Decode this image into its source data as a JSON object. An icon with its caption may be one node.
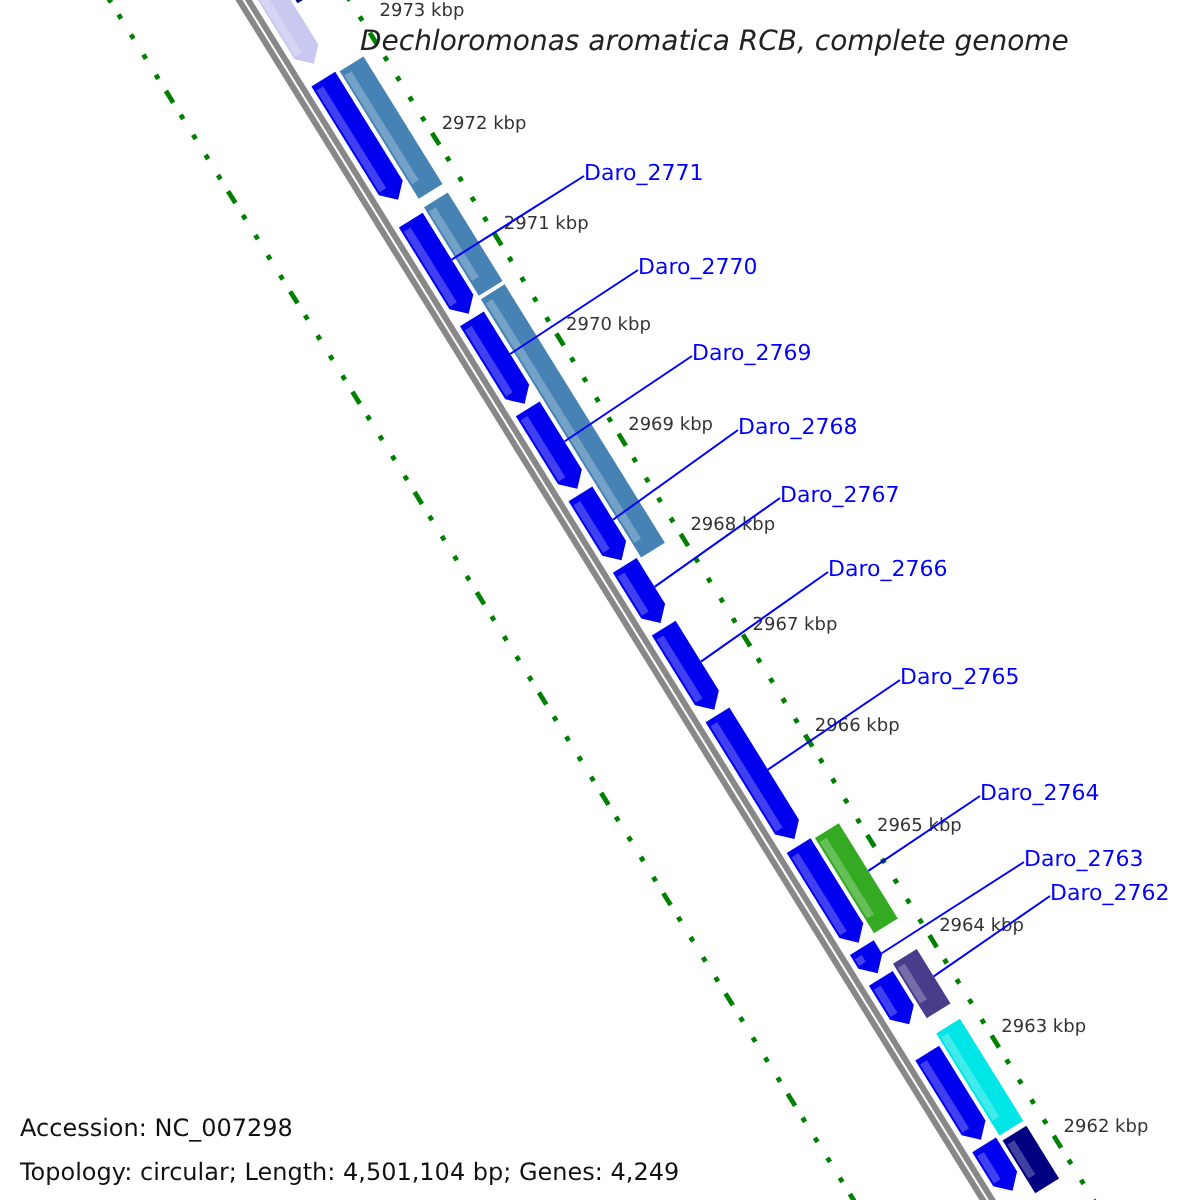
{
  "diagram": {
    "title": "Dechloromonas aromatica RCB, complete genome",
    "nodes": [
      {
        "text": [
          "Daro_2771"
        ]
      },
      {
        "text": [
          "Daro_2770"
        ]
      },
      {
        "text": [
          "Daro_2769"
        ]
      },
      {
        "text": [
          "Daro_2768"
        ]
      },
      {
        "text": [
          "Daro_2767"
        ]
      },
      {
        "text": [
          "Daro_2766"
        ]
      },
      {
        "text": [
          "Daro_2765"
        ]
      },
      {
        "text": [
          "Daro_2764"
        ]
      },
      {
        "text": [
          "Daro_2763"
        ]
      },
      {
        "text": [
          "Daro_2762"
        ]
      },
      {
        "text": [],
        "shape": "arrow"
      },
      {
        "text": [],
        "shape": "bar"
      },
      {
        "text": [],
        "shape": "arrow"
      },
      {
        "text": [],
        "shape": "bar"
      },
      {
        "text": [],
        "shape": "bar"
      },
      {
        "text": [],
        "shape": "arrow"
      },
      {
        "text": [],
        "shape": "bar"
      },
      {
        "text": [],
        "shape": "arrow"
      },
      {
        "text": [],
        "shape": "arrow"
      },
      {
        "text": [],
        "shape": "arrow"
      },
      {
        "text": [],
        "shape": "arrow"
      },
      {
        "text": [],
        "shape": "arrow"
      },
      {
        "text": [],
        "shape": "arrow"
      },
      {
        "text": [],
        "shape": "arrow"
      },
      {
        "text": [],
        "shape": "bar"
      },
      {
        "text": [],
        "shape": "arrow"
      },
      {
        "text": [],
        "shape": "bar"
      },
      {
        "text": [],
        "shape": "arrow"
      },
      {
        "text": [],
        "shape": "bar"
      },
      {
        "text": [],
        "shape": "arrow"
      },
      {
        "text": [],
        "shape": "arrow"
      },
      {
        "text": [],
        "shape": "bar"
      }
    ],
    "edges": [
      {
        "from": 0,
        "to": 15,
        "arrow": "none"
      },
      {
        "from": 1,
        "to": 17,
        "arrow": "none"
      },
      {
        "from": 2,
        "to": 18,
        "arrow": "none"
      },
      {
        "from": 3,
        "to": 19,
        "arrow": "none"
      },
      {
        "from": 4,
        "to": 20,
        "arrow": "none"
      },
      {
        "from": 5,
        "to": 21,
        "arrow": "none"
      },
      {
        "from": 6,
        "to": 22,
        "arrow": "none"
      },
      {
        "from": 7,
        "to": 24,
        "arrow": "none"
      },
      {
        "from": 8,
        "to": 25,
        "arrow": "none"
      },
      {
        "from": 9,
        "to": 26,
        "arrow": "none"
      }
    ],
    "labels": [
      "2973 kbp",
      "2972 kbp",
      "2971 kbp",
      "2970 kbp",
      "2969 kbp",
      "2968 kbp",
      "2967 kbp",
      "2966 kbp",
      "2965 kbp",
      "2964 kbp",
      "2963 kbp",
      "2962 kbp",
      "Accession: NC_007298",
      "Topology: circular; Length: 4,501,104 bp; Genes: 4,249"
    ]
  }
}
